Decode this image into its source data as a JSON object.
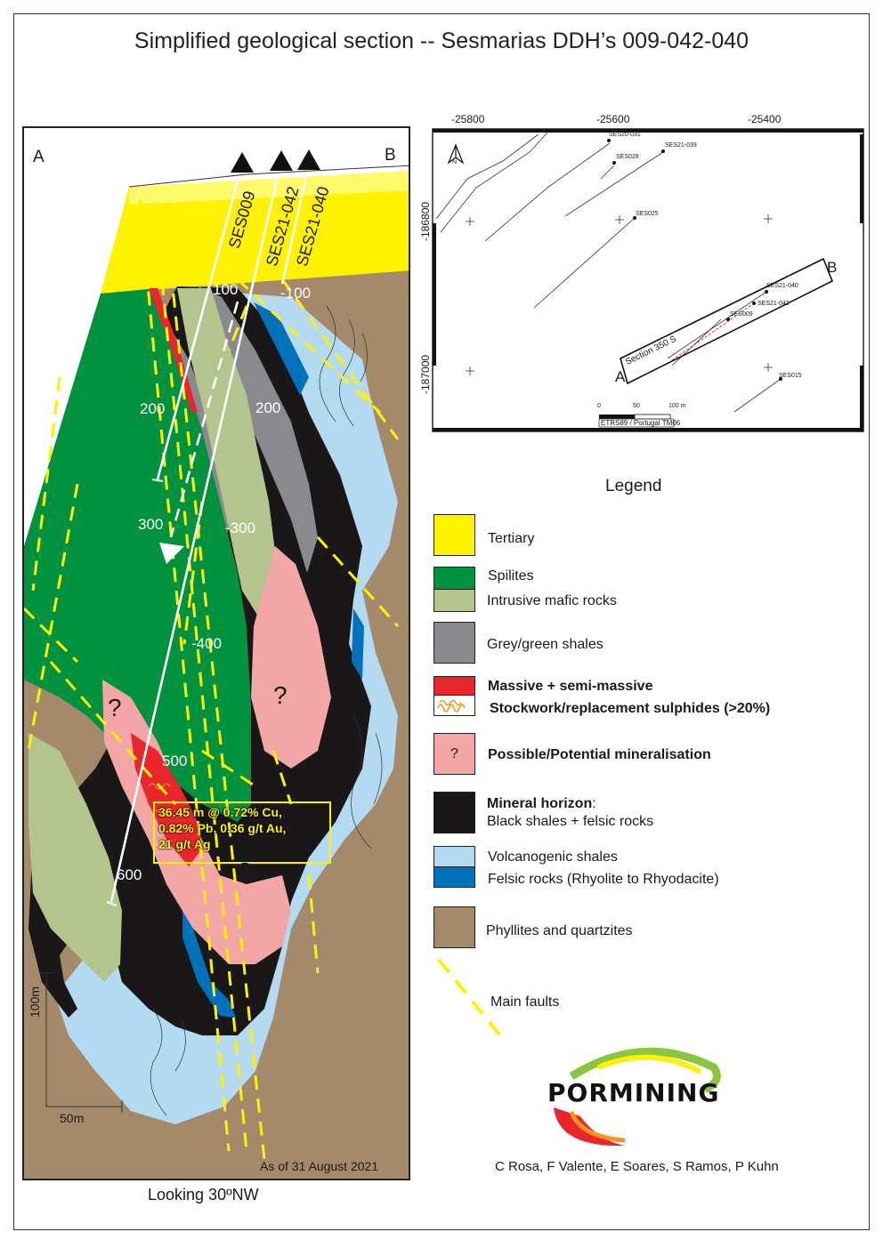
{
  "title": "Simplified geological section -- Sesmarias DDH’s 009-042-040",
  "section": {
    "end_a": "A",
    "end_b": "B",
    "holes": [
      "SES009",
      "SES21-042",
      "SES21-040"
    ],
    "depth_labels": [
      "100",
      "-100",
      "200",
      "200",
      "300",
      "-300",
      "-400",
      "500",
      "600"
    ],
    "question_marks": [
      "?",
      "?",
      "?"
    ],
    "intercept": [
      "36.45 m @ 0.72% Cu,",
      "0.82% Pb, 0.36 g/t Au,",
      "21 g/t Ag"
    ],
    "scale_vertical": "100m",
    "scale_horizontal": "50m",
    "as_of": "As of 31 August 2021",
    "looking": "Looking 30ºNW"
  },
  "inset_map": {
    "x_ticks": [
      "-25800",
      "-25600",
      "-25400"
    ],
    "y_ticks": [
      "-186800",
      "-187000"
    ],
    "holes": [
      "SES20-031",
      "SES028",
      "SES21-039",
      "SES025",
      "SES21-040",
      "SES21-042",
      "SES009",
      "SES015"
    ],
    "section_label": "Section 350 S",
    "end_a": "A",
    "end_b": "B",
    "scale_ticks": [
      "0",
      "50",
      "100 m"
    ],
    "crs": "ETRS89 / Portugal TM06",
    "north": "N"
  },
  "legend": {
    "title": "Legend",
    "items": [
      {
        "label": "Tertiary",
        "color": "#fff200"
      },
      {
        "label": "Spilites",
        "color": "#00923f"
      },
      {
        "label": "Intrusive mafic rocks",
        "color": "#b3c58c"
      },
      {
        "label": "Grey/green shales",
        "color": "#8a898e"
      },
      {
        "label": "Massive + semi-massive",
        "color": "#e8262b"
      },
      {
        "label": "Stockwork/replacement sulphides (>20%)",
        "color": "#f7941d"
      },
      {
        "label": "Possible/Potential mineralisation",
        "symbol": "?",
        "color": "#f2a6a6"
      },
      {
        "label": "Mineral horizon",
        "suffix": ":",
        "color": "#1a1718"
      },
      {
        "label": "Black shales + felsic rocks",
        "color": "#1a1718"
      },
      {
        "label": "Volcanogenic shales",
        "color": "#b3daf0"
      },
      {
        "label": "Felsic rocks (Rhyolite to Rhyodacite)",
        "color": "#0072bc"
      },
      {
        "label": "Phyllites and quartzites",
        "color": "#a48a6a"
      },
      {
        "label": "Main faults",
        "color": "#fff200"
      }
    ]
  },
  "logo_text": "PORMINING",
  "authors": "C Rosa, F Valente, E Soares, S Ramos, P Kuhn"
}
